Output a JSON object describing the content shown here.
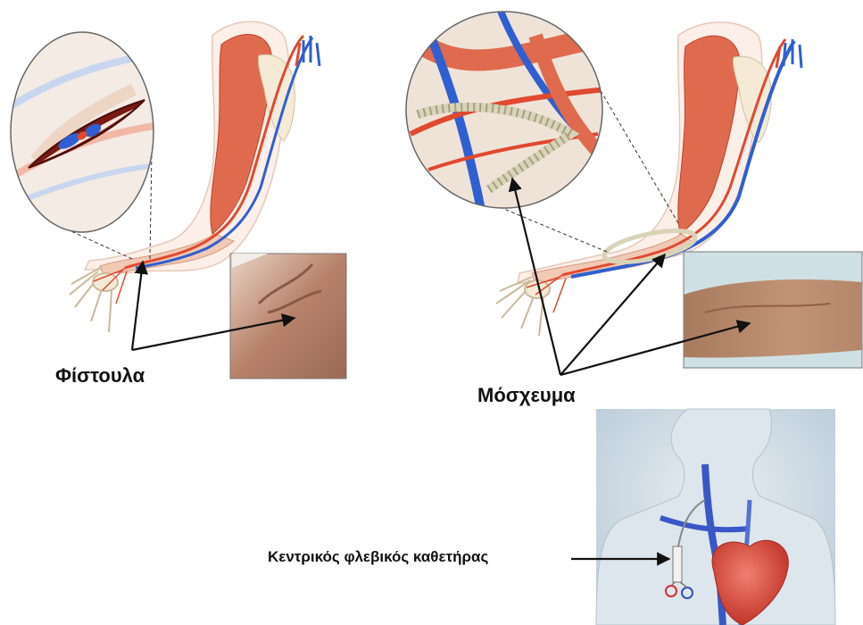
{
  "labels": {
    "fistula": "Φίστουλα",
    "graft": "Μόσχευμα",
    "catheter": "Κεντρικός φλεβικός καθετήρας"
  },
  "colors": {
    "artery": "#e0492f",
    "muscle": "#e06a4e",
    "vein": "#2f5fd0",
    "bone": "#f4ead6",
    "skin_photo": "#b98a6e",
    "graft_tube": "#d9d3b8",
    "chest_blue": "#b8cfe0"
  }
}
